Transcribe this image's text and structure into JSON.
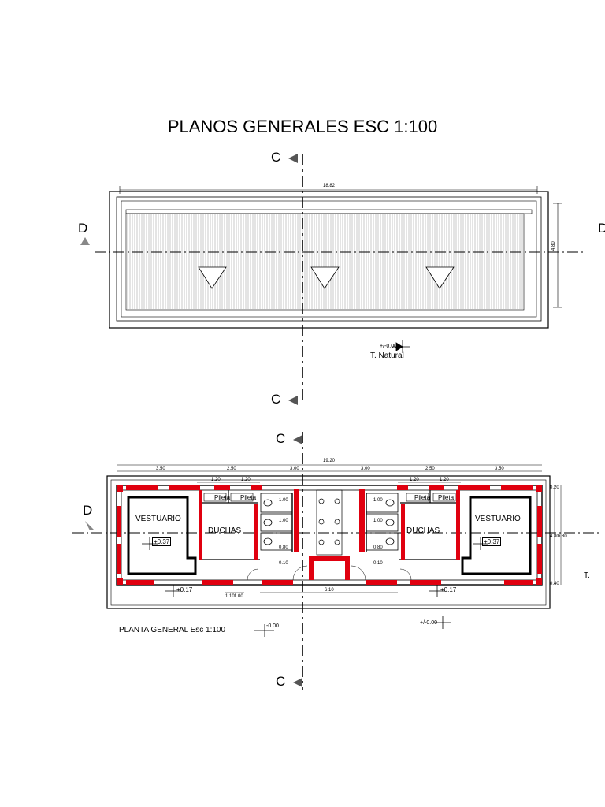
{
  "title": "PLANOS GENERALES ESC 1:100",
  "section_marks": {
    "c": "C",
    "d": "D"
  },
  "roof_plan": {
    "length_dim": "18.82",
    "width_dim": "4.80",
    "level": "+/-0,00",
    "level_label": "T. Natural"
  },
  "floor_plan": {
    "caption": "PLANTA GENERAL Esc 1:100",
    "overall_dim": "19.20",
    "top_dims": [
      "3.50",
      "2.50",
      "3.00",
      "3.00",
      "2.50",
      "3.50"
    ],
    "sub_dims_left": [
      "1.20",
      "1.20"
    ],
    "sub_dims_right": [
      "1.20",
      "1.20"
    ],
    "bottom_dim": "6.10",
    "bottom_small_dims": [
      "1.10",
      "1.00"
    ],
    "right_dims": [
      "0.20",
      "4.80",
      "6.80",
      "0.40"
    ],
    "rooms": {
      "vestuario_left": "VESTUARIO",
      "vestuario_right": "VESTUARIO",
      "duchas_left": "DUCHAS",
      "duchas_right": "DUCHAS",
      "pileta": "Pileta"
    },
    "cubicle_dims": [
      "1.00",
      "1.00",
      "0.80"
    ],
    "sub_bottom_dim": "0.10",
    "levels": {
      "vestuario": "+0.37",
      "entry": "+0.17",
      "caption_level": "-0.00",
      "exterior": "+/-0.00"
    },
    "edge_label": "T."
  },
  "colors": {
    "wall_red": "#e0000f",
    "line": "#000000"
  }
}
